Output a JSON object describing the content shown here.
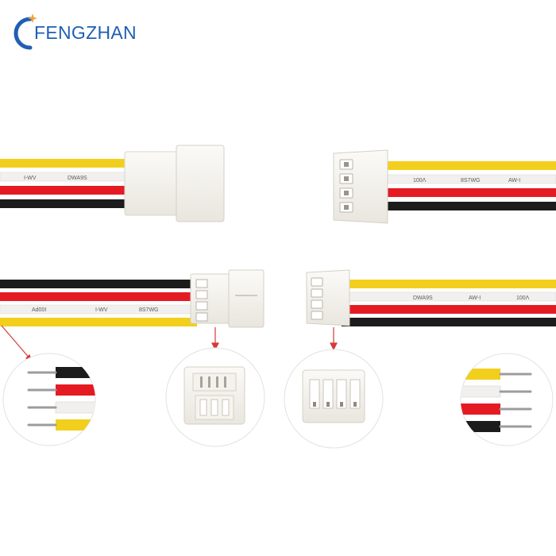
{
  "brand": {
    "name": "FENGZHAN",
    "primary_color": "#1f5fb4",
    "accent_color": "#f0a23a"
  },
  "wire_colors": {
    "yellow": "#f2cf1d",
    "white": "#f1f0ee",
    "red": "#e41b23",
    "black": "#1c1c1c"
  },
  "wire_prints": {
    "print_a": "I-WV",
    "print_b": "DWA9S",
    "print_c": "100Λ",
    "print_d": "Ad00I",
    "print_e": "8S7WG",
    "print_f": "AW-I"
  },
  "icons": {
    "logo_mark": "crescent-c-with-sparkle",
    "pointer": "red-arrow"
  }
}
